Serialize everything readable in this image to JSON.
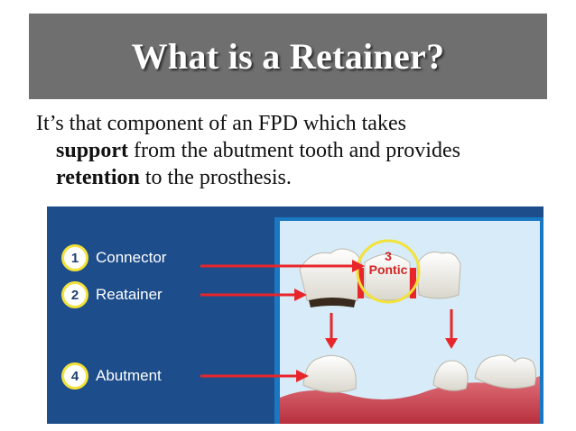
{
  "slide": {
    "title": "What is a Retainer?",
    "body": {
      "line1": "It’s that component of an FPD which takes",
      "line2_bold": "support",
      "line2_rest": " from the abutment tooth and provides",
      "line3_bold": "retention",
      "line3_rest": " to the prosthesis."
    }
  },
  "figure": {
    "legend": [
      {
        "number": "1",
        "label": "Connector"
      },
      {
        "number": "2",
        "label": "Reatainer"
      },
      {
        "number": "4",
        "label": "Abutment"
      }
    ],
    "pontic": {
      "number": "3",
      "label": "Pontic"
    },
    "colors": {
      "background": "#1d4d8b",
      "panel": "#1978c1",
      "arrow": "#e8262a",
      "circle_border": "#f2e23a"
    }
  }
}
